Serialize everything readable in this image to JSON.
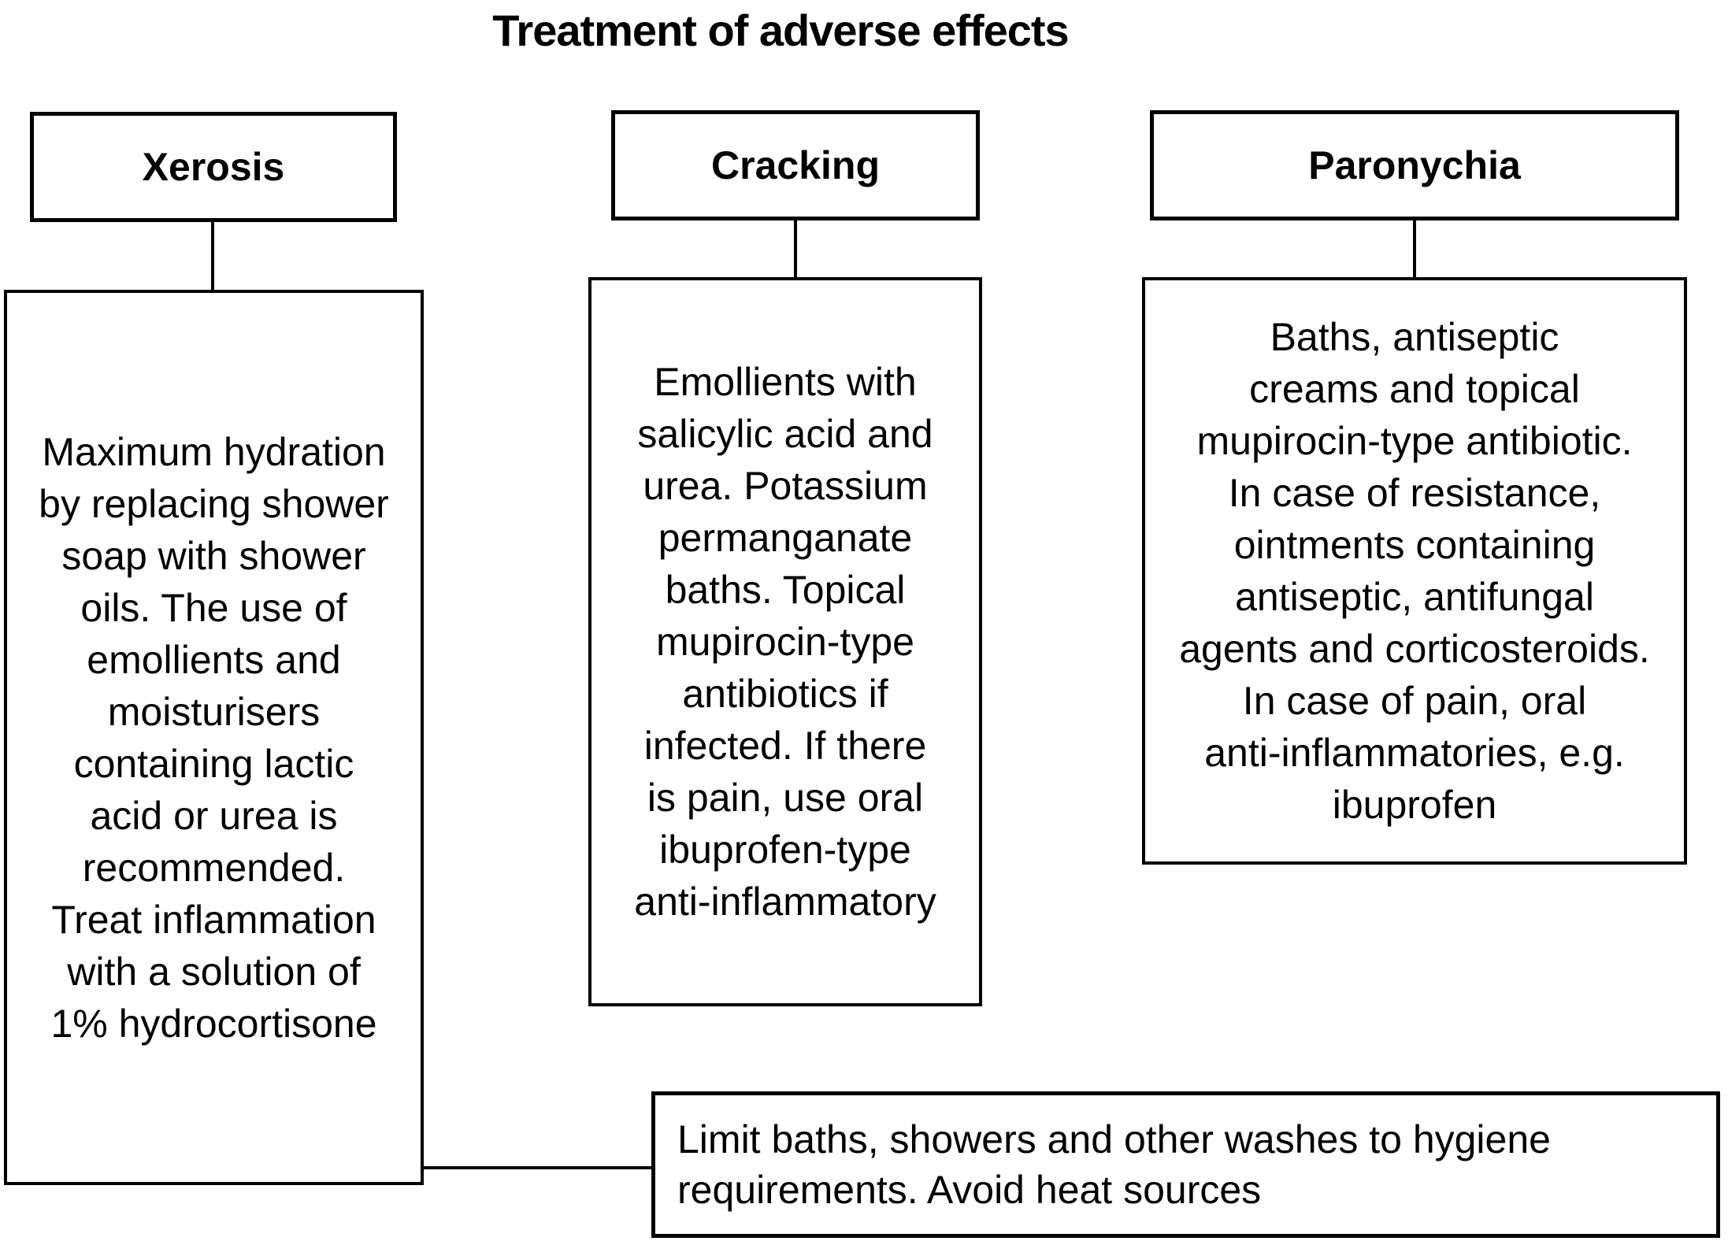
{
  "title": "Treatment of adverse effects",
  "columns": [
    {
      "id": "xerosis",
      "header": "Xerosis",
      "body": "Maximum hydration\nby replacing shower\nsoap with shower\noils. The use of\nemollients and\nmoisturisers\ncontaining lactic\nacid or urea is\nrecommended.\nTreat inflammation\nwith a solution of\n1% hydrocortisone"
    },
    {
      "id": "cracking",
      "header": "Cracking",
      "body": "Emollients with\nsalicylic acid and\nurea. Potassium\npermanganate\nbaths. Topical\nmupirocin-type\nantibiotics if\ninfected. If there\nis pain, use oral\nibuprofen-type\nanti-inflammatory"
    },
    {
      "id": "paronychia",
      "header": "Paronychia",
      "body": "Baths, antiseptic\ncreams and topical\nmupirocin-type antibiotic.\nIn case of resistance,\nointments containing\nantiseptic, antifungal\nagents and corticosteroids.\nIn case of pain, oral\nanti-inflammatories, e.g.\nibuprofen"
    }
  ],
  "note": "Limit baths, showers and other washes to hygiene\nrequirements. Avoid heat sources",
  "colors": {
    "ink": "#000000",
    "background": "#ffffff"
  }
}
